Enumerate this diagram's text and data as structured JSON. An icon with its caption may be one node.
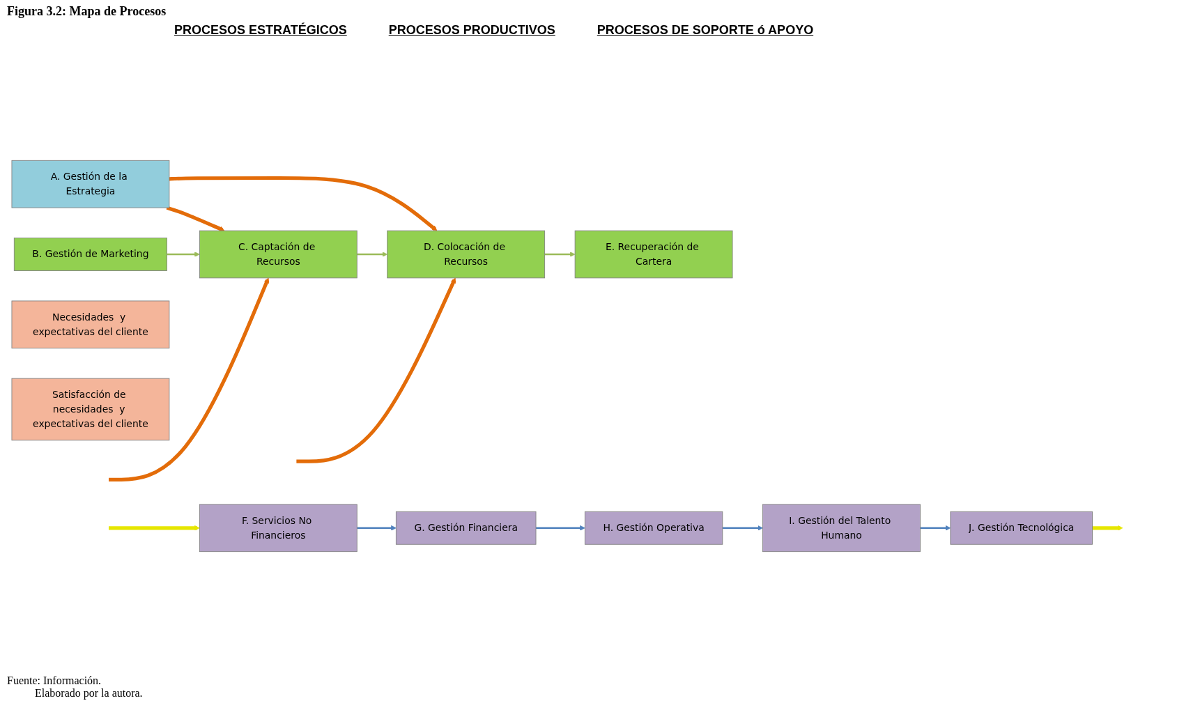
{
  "diagram": {
    "title": "Figura 3.2: Mapa de Procesos",
    "caption": "Fuente: Información.",
    "nodes": [
      {
        "text": [
          "A. Gestión de la Estrategia"
        ]
      },
      {
        "text": [
          "B. Gestión de Marketing"
        ]
      },
      {
        "text": [
          "C. Captación de Recursos"
        ]
      },
      {
        "text": [
          "D. Colocación de Recursos"
        ]
      },
      {
        "text": [
          "E. Recuperación de Cartera"
        ]
      },
      {
        "text": [
          "F. Servicios No Financieros"
        ]
      },
      {
        "text": [
          "G. Gestión Financiera"
        ]
      },
      {
        "text": [
          "H. Gestión Operativa"
        ]
      },
      {
        "text": [
          "I. Gestión del Talento Humano"
        ]
      },
      {
        "text": [
          "J. Gestión Tecnológica"
        ]
      },
      {
        "text": [
          "Necesidades  y expectativas del cliente"
        ]
      },
      {
        "text": [
          "Satisfacción de necesidades  y expectativas del cliente"
        ]
      }
    ],
    "edges": [
      {
        "from": 0,
        "to": 2,
        "arrow": "to",
        "style": "thick",
        "color": "#e36c09"
      },
      {
        "from": 0,
        "to": 3,
        "arrow": "to",
        "style": "thick",
        "color": "#e36c09"
      },
      {
        "from": 1,
        "to": 2,
        "arrow": "to",
        "color": "#9bbb59"
      },
      {
        "from": 2,
        "to": 3,
        "arrow": "to",
        "color": "#9bbb59"
      },
      {
        "from": 3,
        "to": 4,
        "arrow": "to",
        "color": "#9bbb59"
      },
      {
        "from": null,
        "to": 2,
        "arrow": "to",
        "style": "thick",
        "color": "#e36c09"
      },
      {
        "from": null,
        "to": 3,
        "arrow": "to",
        "style": "thick",
        "color": "#e36c09"
      },
      {
        "from": 5,
        "to": 6,
        "arrow": "to",
        "color": "#4f81bd"
      },
      {
        "from": 6,
        "to": 7,
        "arrow": "to",
        "color": "#4f81bd"
      },
      {
        "from": 7,
        "to": 8,
        "arrow": "to",
        "color": "#4f81bd"
      },
      {
        "from": 8,
        "to": 9,
        "arrow": "to",
        "color": "#4f81bd"
      },
      {
        "from": null,
        "to": 5,
        "arrow": "to",
        "style": "thick",
        "color": "#e6e600"
      },
      {
        "from": 9,
        "to": null,
        "arrow": "to",
        "style": "thick",
        "color": "#e6e600"
      }
    ],
    "labels": [
      "PROCESOS ESTRATÉGICOS",
      "PROCESOS PRODUCTIVOS",
      "PROCESOS DE SOPORTE ó APOYO",
      "Elaborado por la autora."
    ]
  }
}
